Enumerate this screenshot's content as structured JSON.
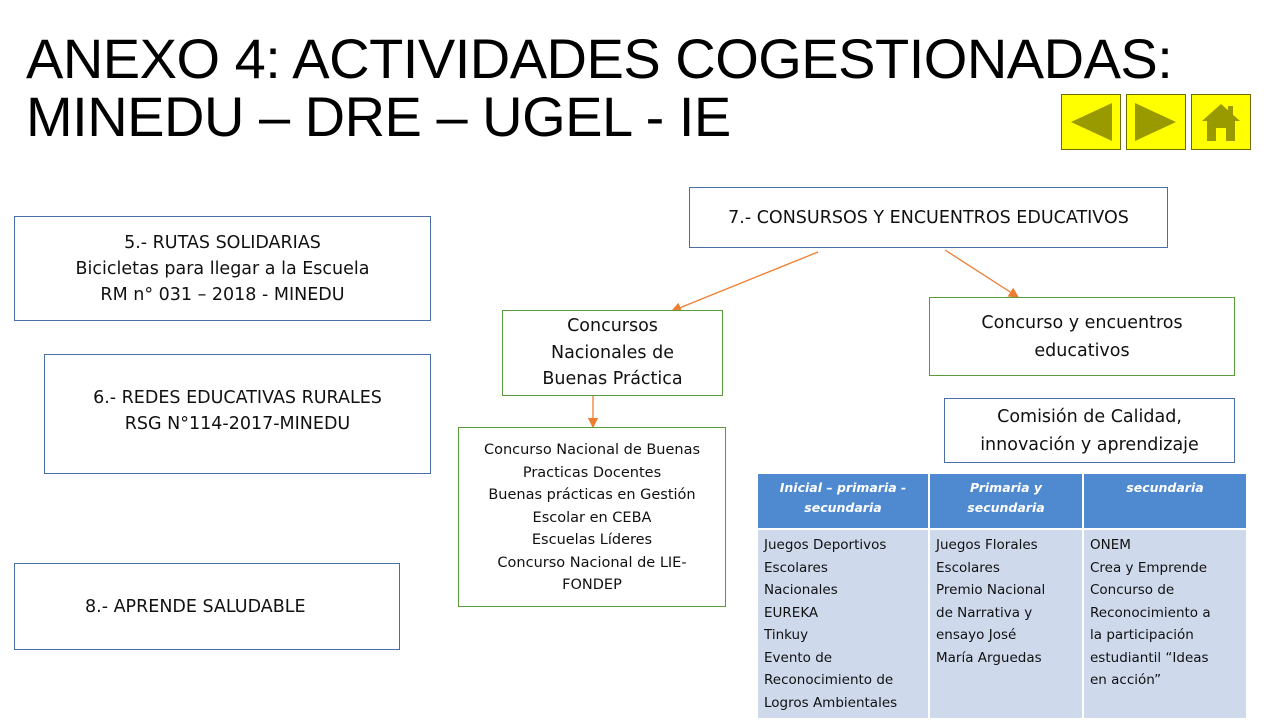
{
  "title": {
    "line1": "ANEXO 4: ACTIVIDADES COGESTIONADAS:",
    "line2": "MINEDU – DRE – UGEL - IE"
  },
  "nav": {
    "prev_icon": "triangle-left-icon",
    "next_icon": "triangle-right-icon",
    "home_icon": "house-icon",
    "button_color": "#ffff00",
    "glyph_color": "#999900"
  },
  "left_boxes": {
    "rutas": {
      "line1": "5.- RUTAS SOLIDARIAS",
      "line2": "Bicicletas para llegar a la Escuela",
      "line3": "RM n° 031 – 2018 - MINEDU"
    },
    "redes": {
      "line1": "6.- REDES EDUCATIVAS RURALES",
      "line2": "RSG N°114-2017-MINEDU"
    },
    "aprende": {
      "line1": "8.- APRENDE SALUDABLE"
    }
  },
  "diagram": {
    "root": "7.- CONSURSOS Y ENCUENTROS EDUCATIVOS",
    "left_child": {
      "line1": "Concursos",
      "line2": "Nacionales de",
      "line3": "Buenas Práctica"
    },
    "right_child": {
      "line1": "Concurso y encuentros",
      "line2": "educativos"
    },
    "comision": {
      "line1": "Comisión de Calidad,",
      "line2": "innovación y aprendizaje"
    },
    "detail": {
      "line1": "Concurso Nacional de Buenas",
      "line2": "Practicas Docentes",
      "line3": "Buenas prácticas en Gestión",
      "line4": "Escolar en CEBA",
      "line5": "Escuelas Líderes",
      "line6": "Concurso Nacional de LIE-",
      "line7": "FONDEP"
    },
    "arrow_color": "#ed7d31"
  },
  "table": {
    "headers": [
      {
        "line1": "Inicial – primaria -",
        "line2": "secundaria"
      },
      {
        "line1": "Primaria y",
        "line2": "secundaria"
      },
      {
        "line1": "secundaria",
        "line2": ""
      }
    ],
    "columns": [
      [
        "Juegos Deportivos",
        "Escolares",
        "Nacionales",
        "EUREKA",
        "Tinkuy",
        "Evento de",
        "Reconocimiento de",
        "Logros Ambientales"
      ],
      [
        "Juegos Florales",
        "Escolares",
        "Premio Nacional",
        "de Narrativa y",
        "ensayo José",
        "María Arguedas"
      ],
      [
        "ONEM",
        "Crea y Emprende",
        "Concurso de",
        "Reconocimiento a",
        "la participación",
        "estudiantil “Ideas",
        "en acción”"
      ]
    ],
    "header_color": "#4f8ad0",
    "cell_color": "#ced9ec"
  }
}
